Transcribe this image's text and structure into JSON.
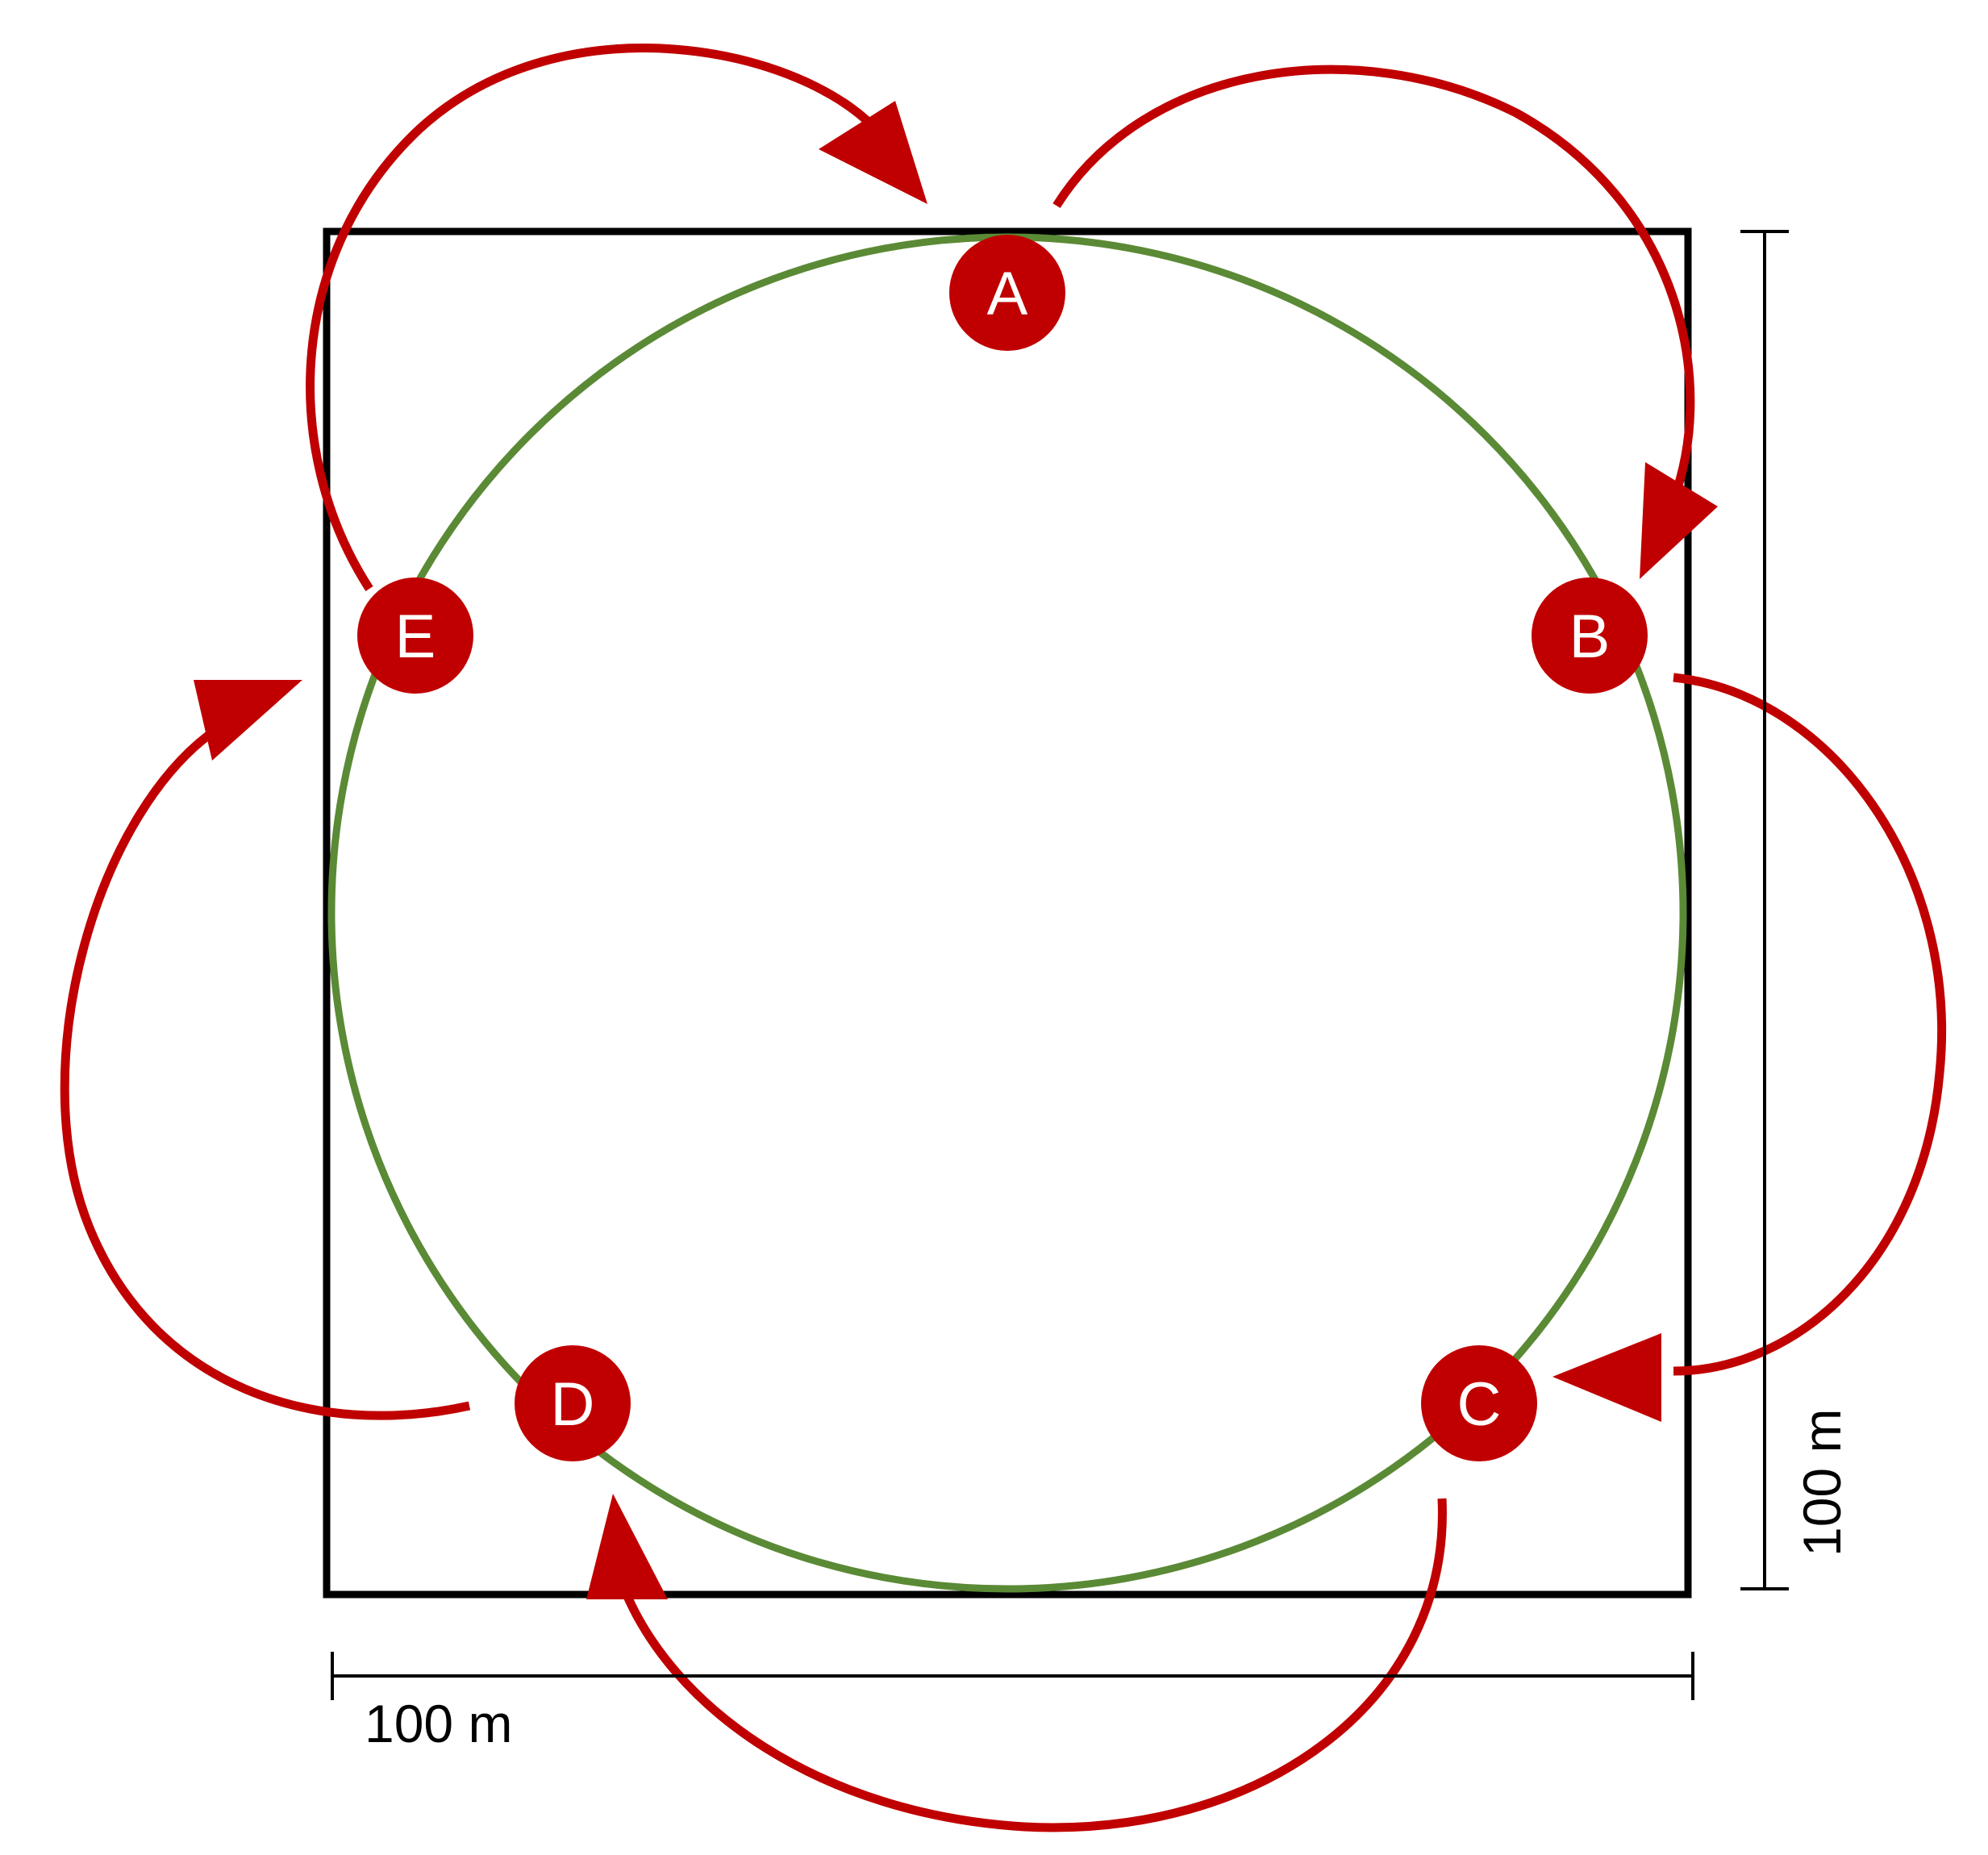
{
  "colors": {
    "square": "#000000",
    "circle": "#5a8a35",
    "node": "#c00000",
    "node_text": "#ffffff",
    "arrow": "#c00000",
    "dimension": "#000000"
  },
  "nodes": [
    {
      "id": "A",
      "label": "A"
    },
    {
      "id": "B",
      "label": "B"
    },
    {
      "id": "C",
      "label": "C"
    },
    {
      "id": "D",
      "label": "D"
    },
    {
      "id": "E",
      "label": "E"
    }
  ],
  "edges": [
    {
      "from": "E",
      "to": "A"
    },
    {
      "from": "A",
      "to": "B"
    },
    {
      "from": "B",
      "to": "C"
    },
    {
      "from": "C",
      "to": "D"
    },
    {
      "from": "D",
      "to": "E"
    }
  ],
  "dimensions": {
    "horizontal": "100 m",
    "vertical": "100 m"
  }
}
